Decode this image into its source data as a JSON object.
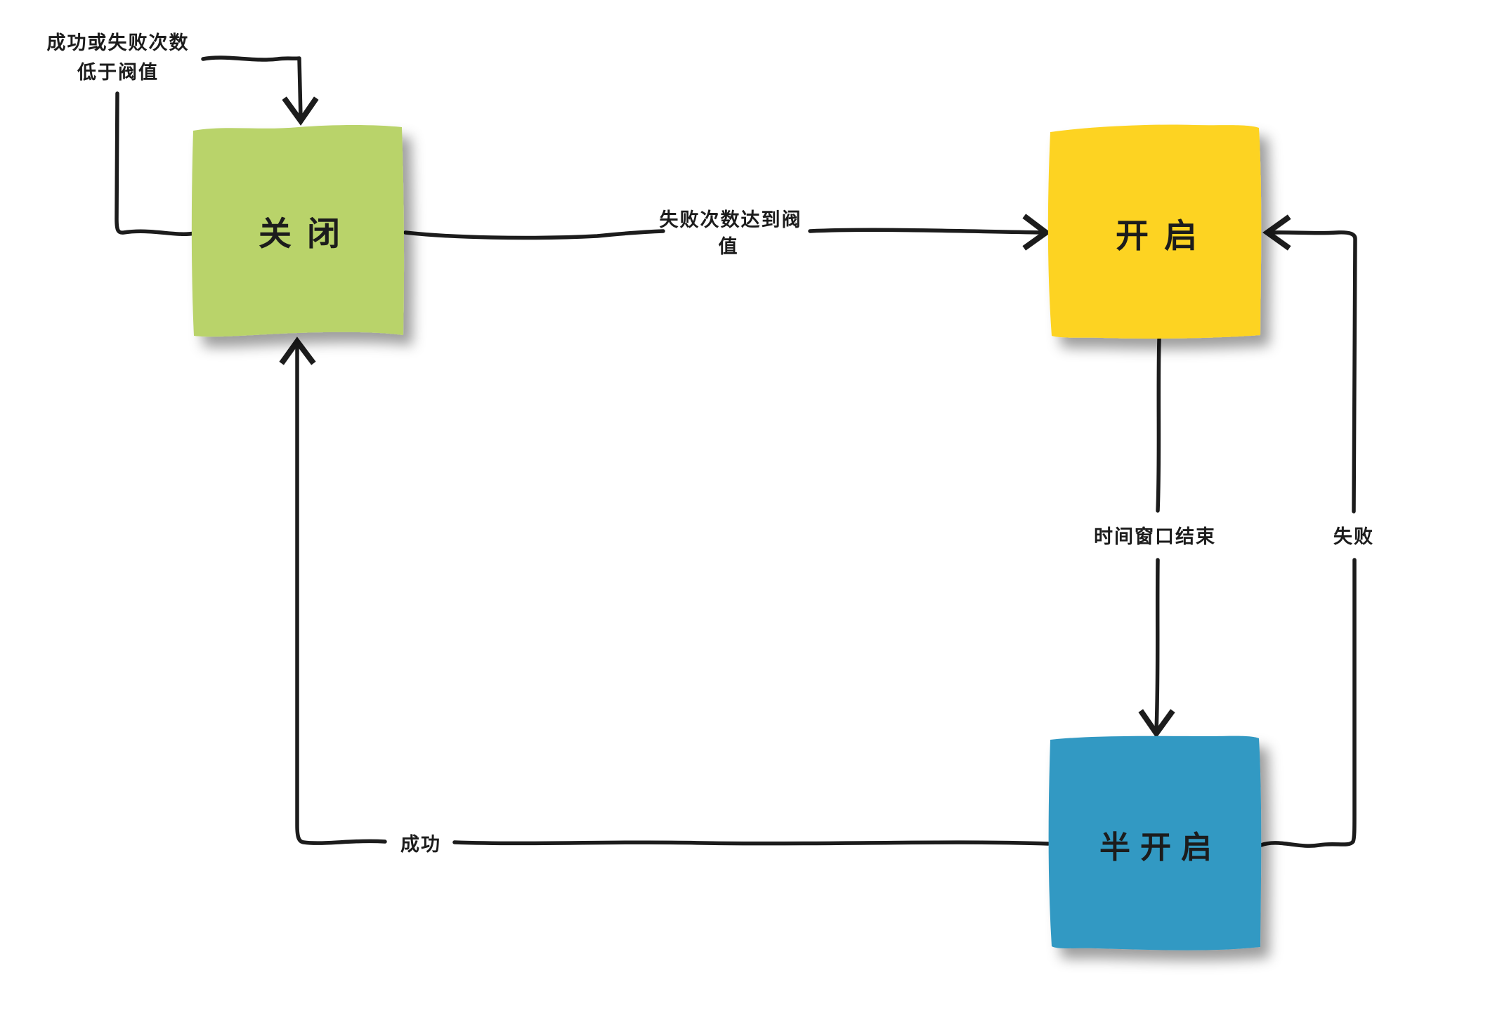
{
  "colors": {
    "background": "#ffffff",
    "ink": "#1c1c1c",
    "closed": "#b9d36a",
    "open": "#fdd321",
    "half_open": "#3399c3"
  },
  "nodes": {
    "closed": {
      "label": "关闭"
    },
    "open": {
      "label": "开启"
    },
    "half_open": {
      "label": "半开启"
    }
  },
  "edges": {
    "closed_self_loop": {
      "label_line1": "成功或失败次数",
      "label_line2": "低于阀值"
    },
    "closed_to_open": {
      "label_line1": "失败次数达到阀",
      "label_line2": "值"
    },
    "open_to_half_open": {
      "label": "时间窗口结束"
    },
    "half_open_to_open": {
      "label": "失败"
    },
    "half_open_to_closed": {
      "label": "成功"
    }
  }
}
